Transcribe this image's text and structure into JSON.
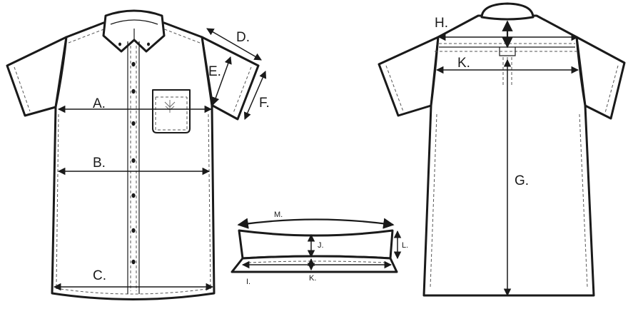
{
  "measurements": {
    "a": "A.",
    "b": "B.",
    "c": "C.",
    "d": "D.",
    "e": "E.",
    "f": "F.",
    "g": "G.",
    "h": "H.",
    "k_back": "K.",
    "m": "M.",
    "j": "J.",
    "l": "L.",
    "i": "I.",
    "k_collar": "K."
  }
}
